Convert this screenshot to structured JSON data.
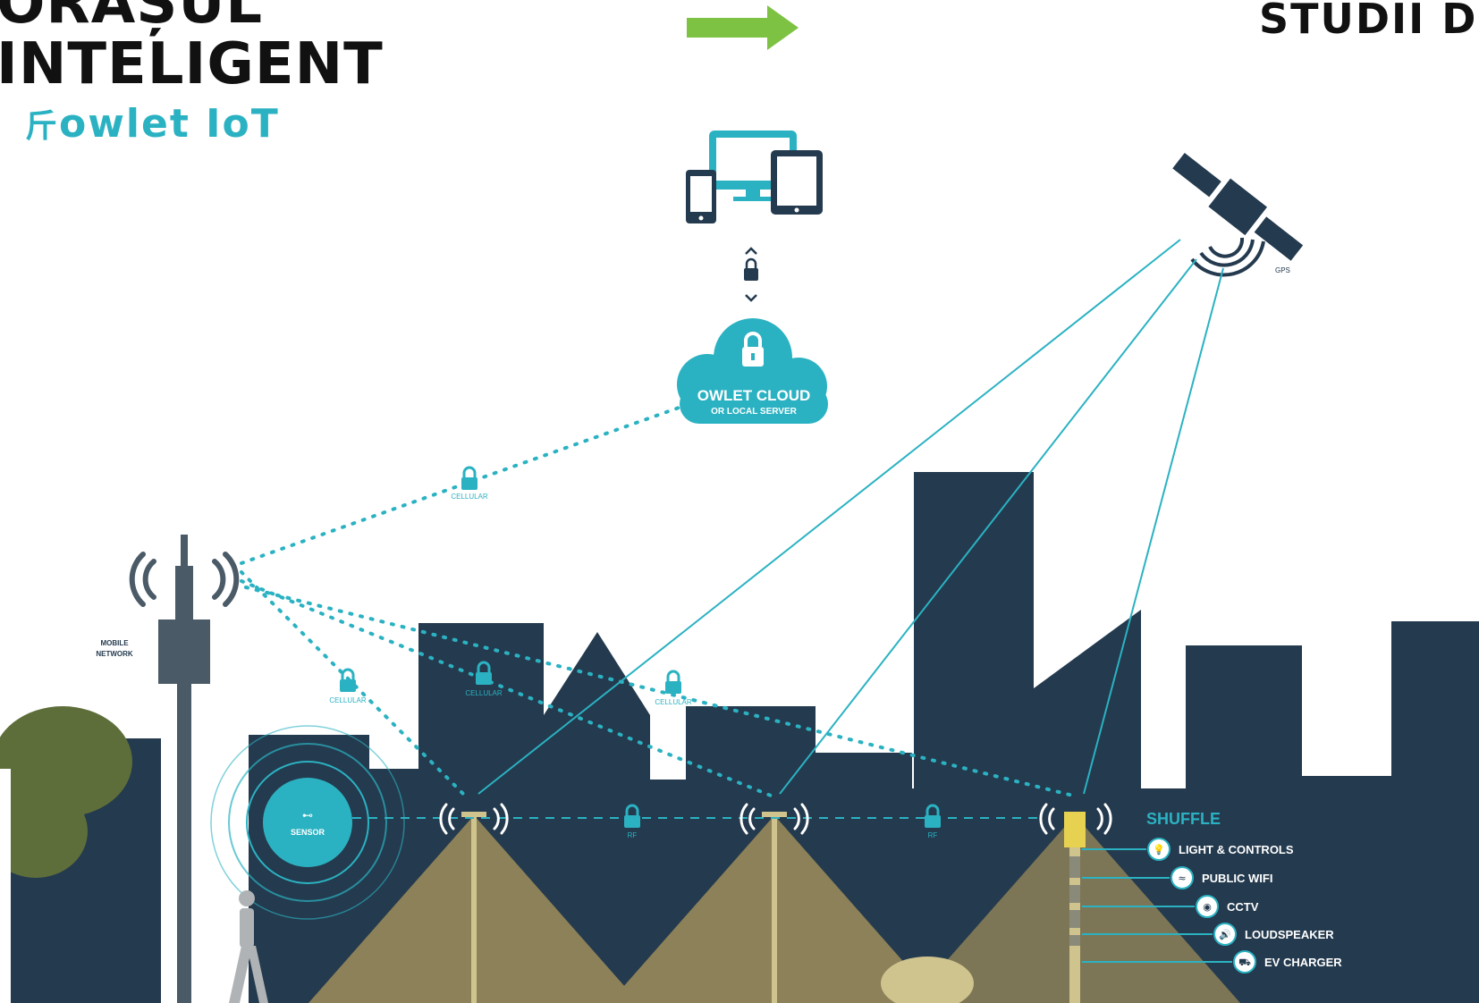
{
  "slide": {
    "title_line1": "ORAȘUL",
    "title_line2": "INTELIGENT",
    "brand": "owlet IoT",
    "heading_right": "STUDII DE",
    "arrow_color": "#7dc242"
  },
  "diagram": {
    "colors": {
      "navy": "#243a4e",
      "teal": "#2bb2c2",
      "light_beam": "#8c8158",
      "pole": "#cfc48e",
      "tree": "#5e6e3a"
    },
    "cloud": {
      "title": "OWLET CLOUD",
      "subtitle": "OR LOCAL SERVER"
    },
    "links": {
      "cellular_top": "CELLULAR",
      "cellular_a": "CELLULAR",
      "cellular_b": "CELLULAR",
      "cellular_c": "CELLULAR",
      "rf_a": "RF",
      "rf_b": "RF"
    },
    "mobile_network": {
      "line1": "MOBILE",
      "line2": "NETWORK"
    },
    "gps": "GPS",
    "sensor": "SENSOR",
    "shuffle": {
      "title": "SHUFFLE",
      "features": [
        "LIGHT & CONTROLS",
        "PUBLIC WIFI",
        "CCTV",
        "LOUDSPEAKER",
        "EV CHARGER"
      ],
      "icons": [
        "bulb-icon",
        "wifi-icon",
        "eye-icon",
        "speaker-icon",
        "car-icon"
      ]
    }
  }
}
